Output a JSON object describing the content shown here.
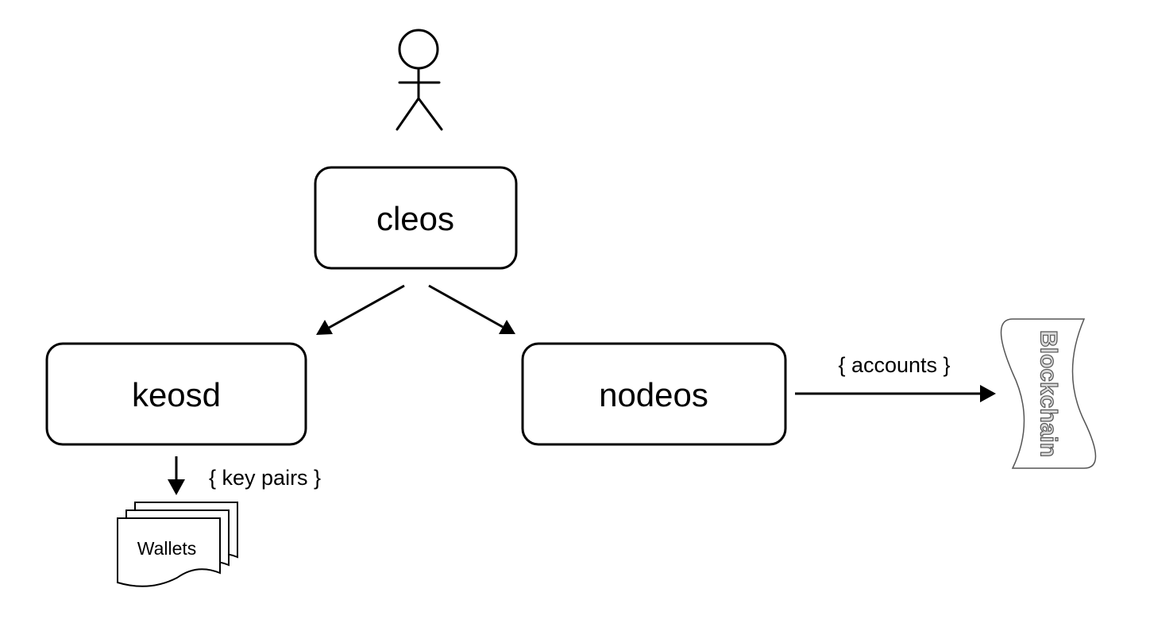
{
  "nodes": {
    "cleos": "cleos",
    "keosd": "keosd",
    "nodeos": "nodeos"
  },
  "edges": {
    "key_pairs": "{ key pairs }",
    "accounts": "{ accounts }"
  },
  "stores": {
    "wallets": "Wallets",
    "blockchain": "Blockchain"
  },
  "icons": {
    "user": "stick-figure-icon",
    "wallets": "stacked-documents-icon",
    "blockchain": "scroll-icon"
  }
}
